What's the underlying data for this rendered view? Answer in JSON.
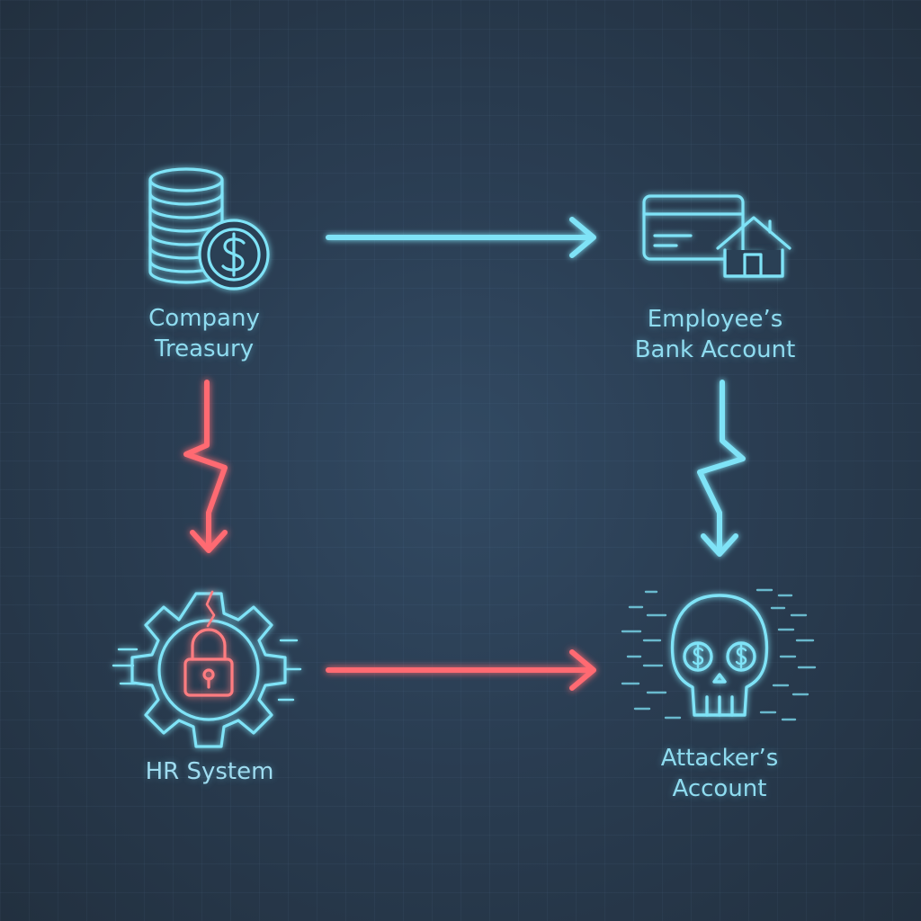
{
  "nodes": {
    "treasury": {
      "label": "Company\nTreasury",
      "icon": "coin-stack-icon"
    },
    "bank": {
      "label": "Employee’s\nBank Account",
      "icon": "bank-card-house-icon"
    },
    "hr": {
      "label": "HR System",
      "icon": "gear-lock-icon"
    },
    "attacker": {
      "label": "Attacker’s\nAccount",
      "icon": "skull-dollar-icon"
    }
  },
  "edges": [
    {
      "from": "treasury",
      "to": "bank",
      "style": "straight",
      "status": "legitimate"
    },
    {
      "from": "treasury",
      "to": "hr",
      "style": "zigzag",
      "status": "compromised"
    },
    {
      "from": "bank",
      "to": "attacker",
      "style": "zigzag",
      "status": "diverted"
    },
    {
      "from": "hr",
      "to": "attacker",
      "style": "straight",
      "status": "compromised"
    }
  ],
  "colors": {
    "background": "#2a3d52",
    "cyan": "#7fe3f7",
    "red": "#ff6b72",
    "label": "#8fdcf0"
  }
}
